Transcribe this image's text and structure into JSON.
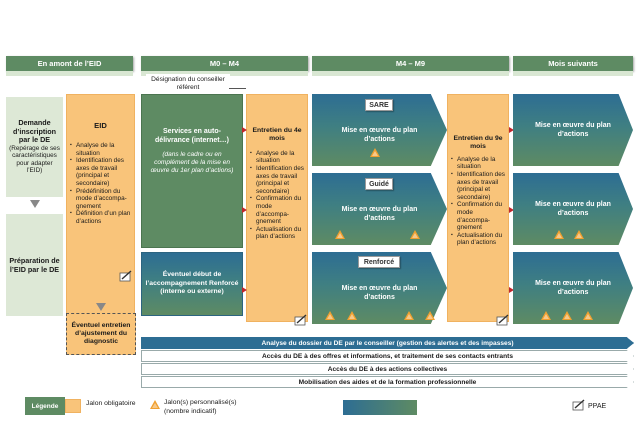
{
  "headers": {
    "col1": "En amont de l’EID",
    "col2": "M0 – M4",
    "col3": "M4 – M9",
    "col4": "Mois suivants"
  },
  "designation": "Désignation du conseiller référent",
  "left": {
    "demande_title": "Demande d’inscription par le DE",
    "demande_sub": "(Repérage de ses caractéristiques pour adapter l’EID)",
    "preparation": "Préparation de l’EID par le DE"
  },
  "eid": {
    "title": "EID",
    "bullets": [
      "Analyse de la situation",
      "Identification des axes de travail (principal et secondaire)",
      "Prédéfinition du mode d’accompa-gnement",
      "Définition d’un plan d’actions"
    ]
  },
  "services": {
    "title": "Services en auto-délivrance (internet…)",
    "note": "(dans le cadre ou en complément de la mise en œuvre du 1er plan d’actions)"
  },
  "renforce_start": "Éventuel début de l’accompagnement Renforcé (interne ou externe)",
  "ajustement": "Éventuel entretien d’ajustement du diagnostic",
  "entretien4": {
    "title": "Entretien du 4e mois",
    "bullets": [
      "Analyse de la situation",
      "Identification des axes de travail (principal et secondaire)",
      "Confirmation du mode d’accompa-gnement",
      "Actualisation du plan d’actions"
    ]
  },
  "entretien9": {
    "title": "Entretien du 9e mois",
    "bullets": [
      "Analyse de la situation",
      "Identification des axes de travail (principal et secondaire)",
      "Confirmation du mode d’accompa-gnement",
      "Actualisation du plan d’actions"
    ]
  },
  "modes": [
    "SARE",
    "Guidé",
    "Renforcé"
  ],
  "mise_en_oeuvre": "Mise en œuvre du plan d’actions",
  "arrows": [
    "Analyse du dossier du DE par le conseiller (gestion des alertes et des impasses)",
    "Accès du DE à des offres et informations, et traitement de ses contacts entrants",
    "Accès du DE à des actions collectives",
    "Mobilisation des aides et de la formation professionnelle"
  ],
  "legend": {
    "title": "Légende",
    "jalon_obligatoire": "Jalon obligatoire",
    "jalon_perso": "Jalon(s) personnalisé(s) (nombre indicatif)",
    "ppae": "PPAE"
  },
  "colors": {
    "header_green": "#5e8b63",
    "orange": "#f9c47a",
    "triangle": "#f0a030",
    "arrow_blue": "#2d6d93"
  }
}
